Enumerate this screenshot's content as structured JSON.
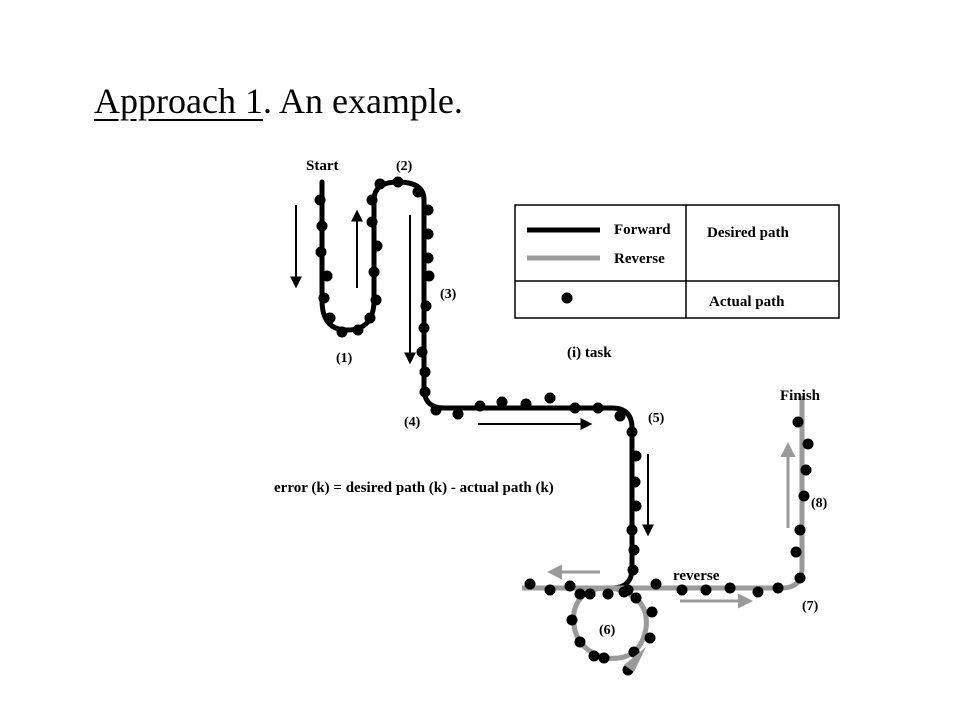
{
  "title": {
    "underlined": "Approach  1",
    "rest": ". An example."
  },
  "labels": {
    "start": "Start",
    "finish": "Finish",
    "task": "(i) task",
    "reverse": "reverse",
    "error_formula": "error (k) = desired path (k) - actual path (k)"
  },
  "points": [
    "(1)",
    "(2)",
    "(3)",
    "(4)",
    "(5)",
    "(6)",
    "(7)",
    "(8)"
  ],
  "legend": {
    "forward": "Forward",
    "reverse": "Reverse",
    "desired": "Desired path",
    "actual": "Actual path"
  },
  "colors": {
    "forward": "#000000",
    "reverse": "#9a9a9a",
    "dots": "#000000"
  }
}
